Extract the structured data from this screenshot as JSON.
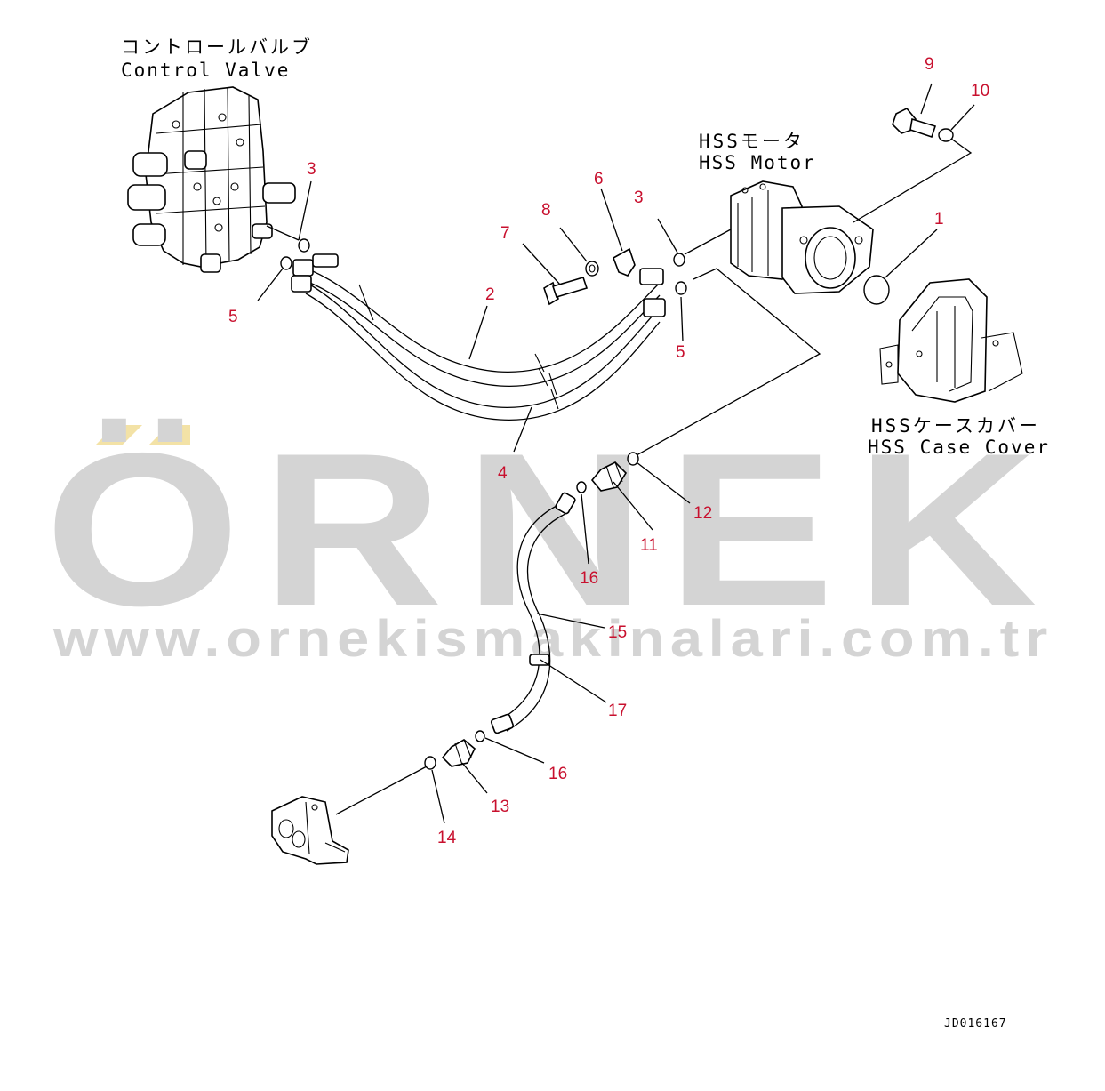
{
  "labels": {
    "control_valve_jp": "コントロールバルブ",
    "control_valve_en": "Control Valve",
    "hss_motor_jp": "HSSモータ",
    "hss_motor_en": "HSS Motor",
    "hss_case_cover_jp": "HSSケースカバー",
    "hss_case_cover_en": "HSS Case Cover"
  },
  "callouts": {
    "c1": "1",
    "c2": "2",
    "c3a": "3",
    "c3b": "3",
    "c4": "4",
    "c5a": "5",
    "c5b": "5",
    "c6": "6",
    "c7": "7",
    "c8": "8",
    "c9": "9",
    "c10": "10",
    "c11": "11",
    "c12": "12",
    "c13": "13",
    "c14": "14",
    "c15": "15",
    "c16a": "16",
    "c16b": "16",
    "c17": "17"
  },
  "watermark": {
    "brand": "ÖRNEK",
    "url": "www.ornekismakinalari.com.tr"
  },
  "drawing_code": "JD016167",
  "colors": {
    "callout": "#c8102e",
    "watermark": "#d4d4d4",
    "watermark_accent": "#f3e2a6",
    "line": "#000000"
  }
}
